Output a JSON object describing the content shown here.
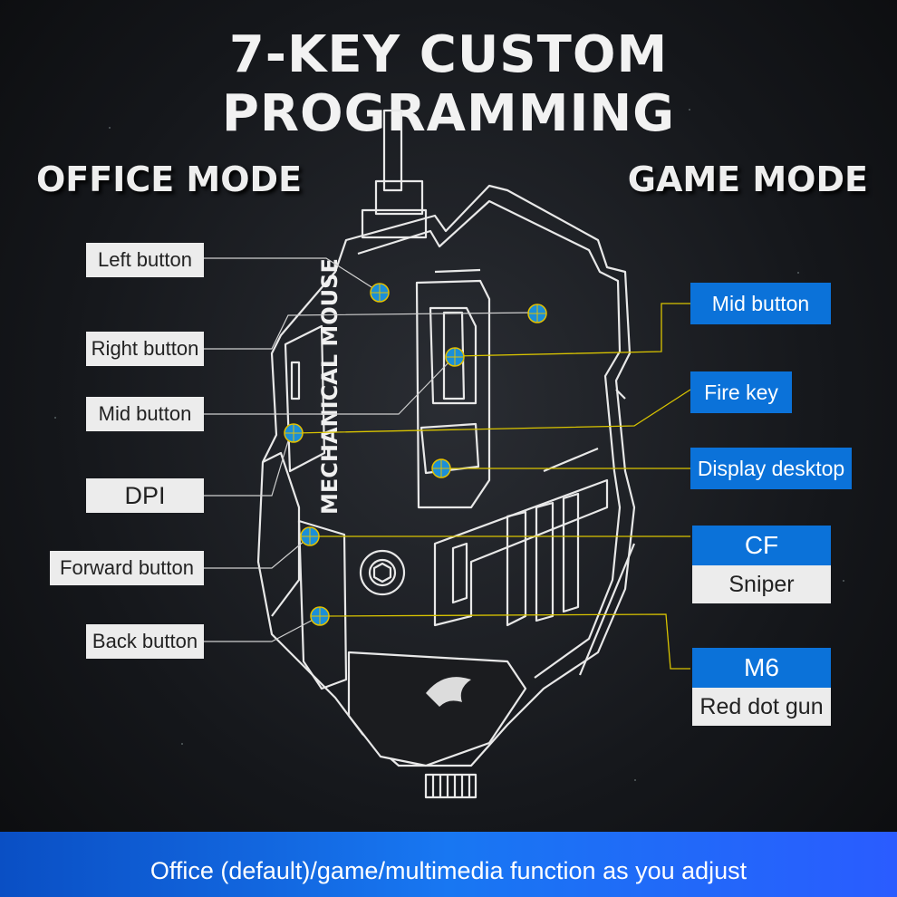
{
  "title": "7-KEY CUSTOM PROGRAMMING",
  "modes": {
    "office": "OFFICE MODE",
    "game": "GAME MODE"
  },
  "mouse_label": "MECHANICAL MOUSE",
  "office_labels": [
    "Left button",
    "Right button",
    "Mid button",
    "DPI",
    "Forward button",
    "Back button"
  ],
  "game_labels": {
    "mid": "Mid button",
    "fire": "Fire key",
    "display": "Display desktop",
    "cf": "CF",
    "sniper": "Sniper",
    "m6": "M6",
    "red_dot": "Red dot gun"
  },
  "footer": "Office (default)/game/multimedia function as you adjust",
  "colors": {
    "accent_blue": "#0b72d9",
    "label_bg": "#ececec",
    "line_yellow": "#d9c400"
  }
}
